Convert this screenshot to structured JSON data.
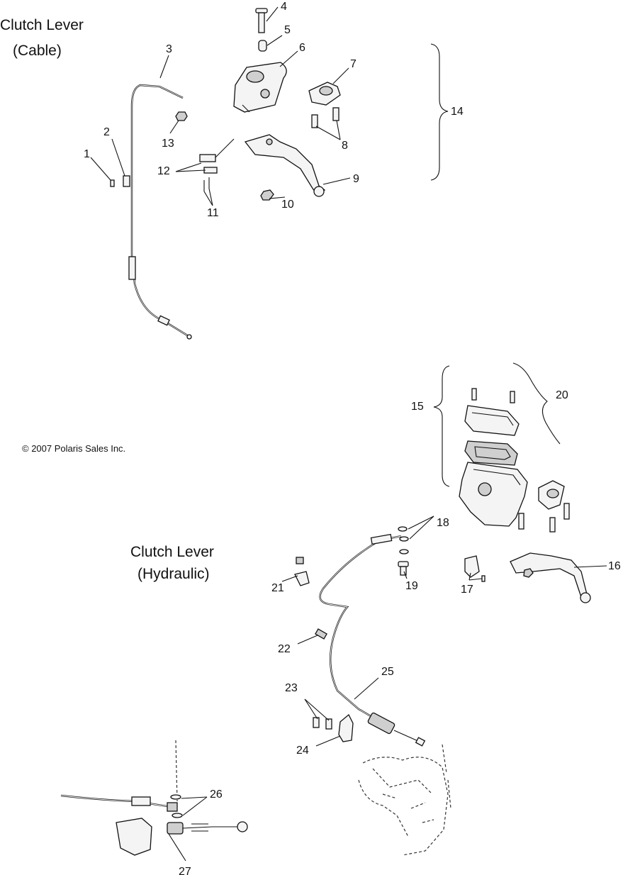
{
  "sections": {
    "cable_title_line1": "Clutch Lever",
    "cable_title_line2": "(Cable)",
    "hydraulic_title_line1": "Clutch Lever",
    "hydraulic_title_line2": "(Hydraulic)"
  },
  "copyright": "© 2007 Polaris Sales Inc.",
  "callouts": {
    "c1": "1",
    "c2": "2",
    "c3": "3",
    "c4": "4",
    "c5": "5",
    "c6": "6",
    "c7": "7",
    "c8": "8",
    "c9": "9",
    "c10": "10",
    "c11": "11",
    "c12": "12",
    "c13": "13",
    "c14": "14",
    "c15": "15",
    "c16": "16",
    "c17": "17",
    "c18": "18",
    "c19": "19",
    "c20": "20",
    "c21": "21",
    "c22": "22",
    "c23": "23",
    "c24": "24",
    "c25": "25",
    "c26": "26",
    "c27": "27"
  }
}
